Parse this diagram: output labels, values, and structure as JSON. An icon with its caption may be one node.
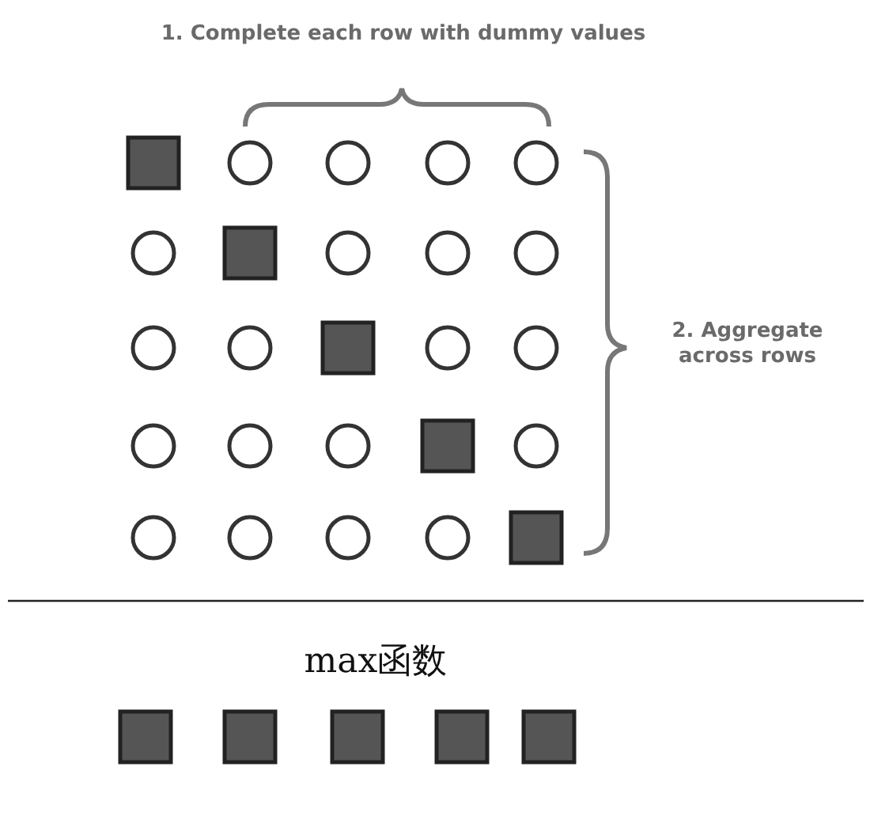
{
  "diagram": {
    "labels": [
      "1. Complete each row with dummy values",
      "2. Aggregate across rows",
      "max函数"
    ]
  }
}
